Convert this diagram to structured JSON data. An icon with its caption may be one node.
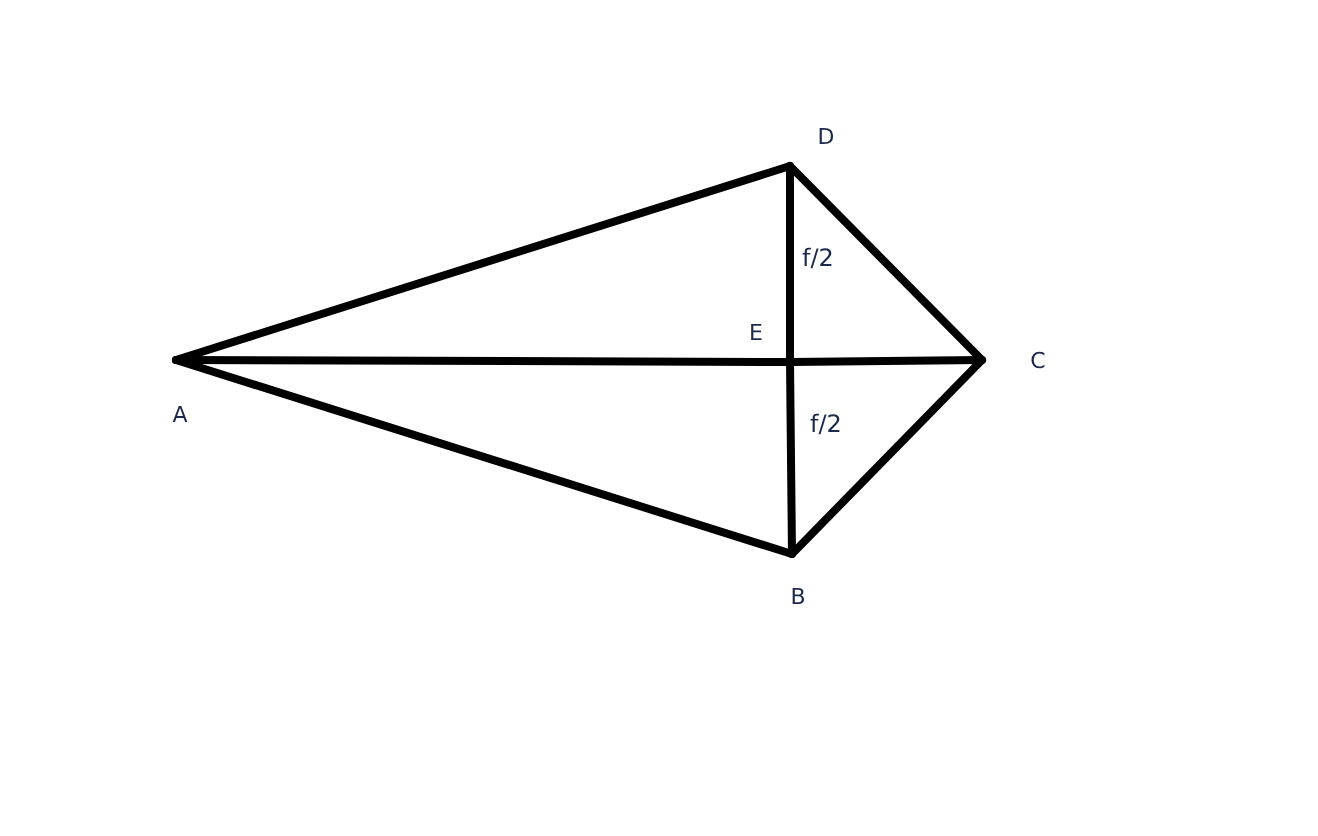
{
  "diagram": {
    "nodes": [
      {
        "text": [
          "D"
        ]
      },
      {
        "text": [
          "E"
        ]
      },
      {
        "text": [
          "C"
        ]
      },
      {
        "text": [
          "A"
        ]
      },
      {
        "text": [
          "B"
        ]
      }
    ],
    "edges": [
      {
        "from": 3,
        "to": 0,
        "arrow": "none"
      },
      {
        "from": 3,
        "to": 4,
        "arrow": "none"
      },
      {
        "from": 0,
        "to": 2,
        "arrow": "none"
      },
      {
        "from": 4,
        "to": 2,
        "arrow": "none"
      },
      {
        "from": 3,
        "to": 1,
        "arrow": "none"
      },
      {
        "from": 1,
        "to": 2,
        "arrow": "none"
      },
      {
        "from": 0,
        "to": 1,
        "arrow": "none",
        "label": "f/2"
      },
      {
        "from": 1,
        "to": 4,
        "arrow": "none",
        "label": "f/2"
      }
    ]
  }
}
